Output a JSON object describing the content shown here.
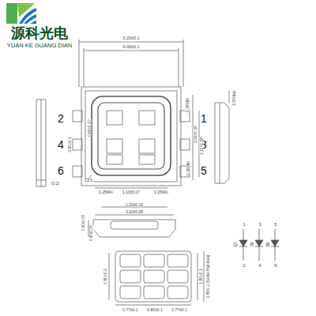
{
  "diagram": {
    "labels": [
      "源科光电",
      "YUAN KE GUANG DIAN",
      "3.20±0.1",
      "3.00±0.1",
      "0.26Min",
      "0.05Max",
      "2",
      "4",
      "6",
      "1",
      "3",
      "5",
      "3.80±0.1",
      "0.60±0.07",
      "3.50±0.10",
      "2.10±0.08",
      "C0.5",
      "(0.2)",
      "0.36Min",
      "0.25Min",
      "1.10±0.07",
      "0.25Min",
      "1",
      "3",
      "5",
      "G",
      "R",
      "B",
      "2",
      "4",
      "6",
      "2.30±0.10",
      "3.10±0.08",
      "0.60±0.05",
      "0.40±0.05",
      "0.77±0.1",
      "0.80±0.1",
      "0.77±0.1",
      "0.60±0.1",
      "1.80±0.1",
      "2.45±0.1 (Solder Pad Area)"
    ]
  }
}
